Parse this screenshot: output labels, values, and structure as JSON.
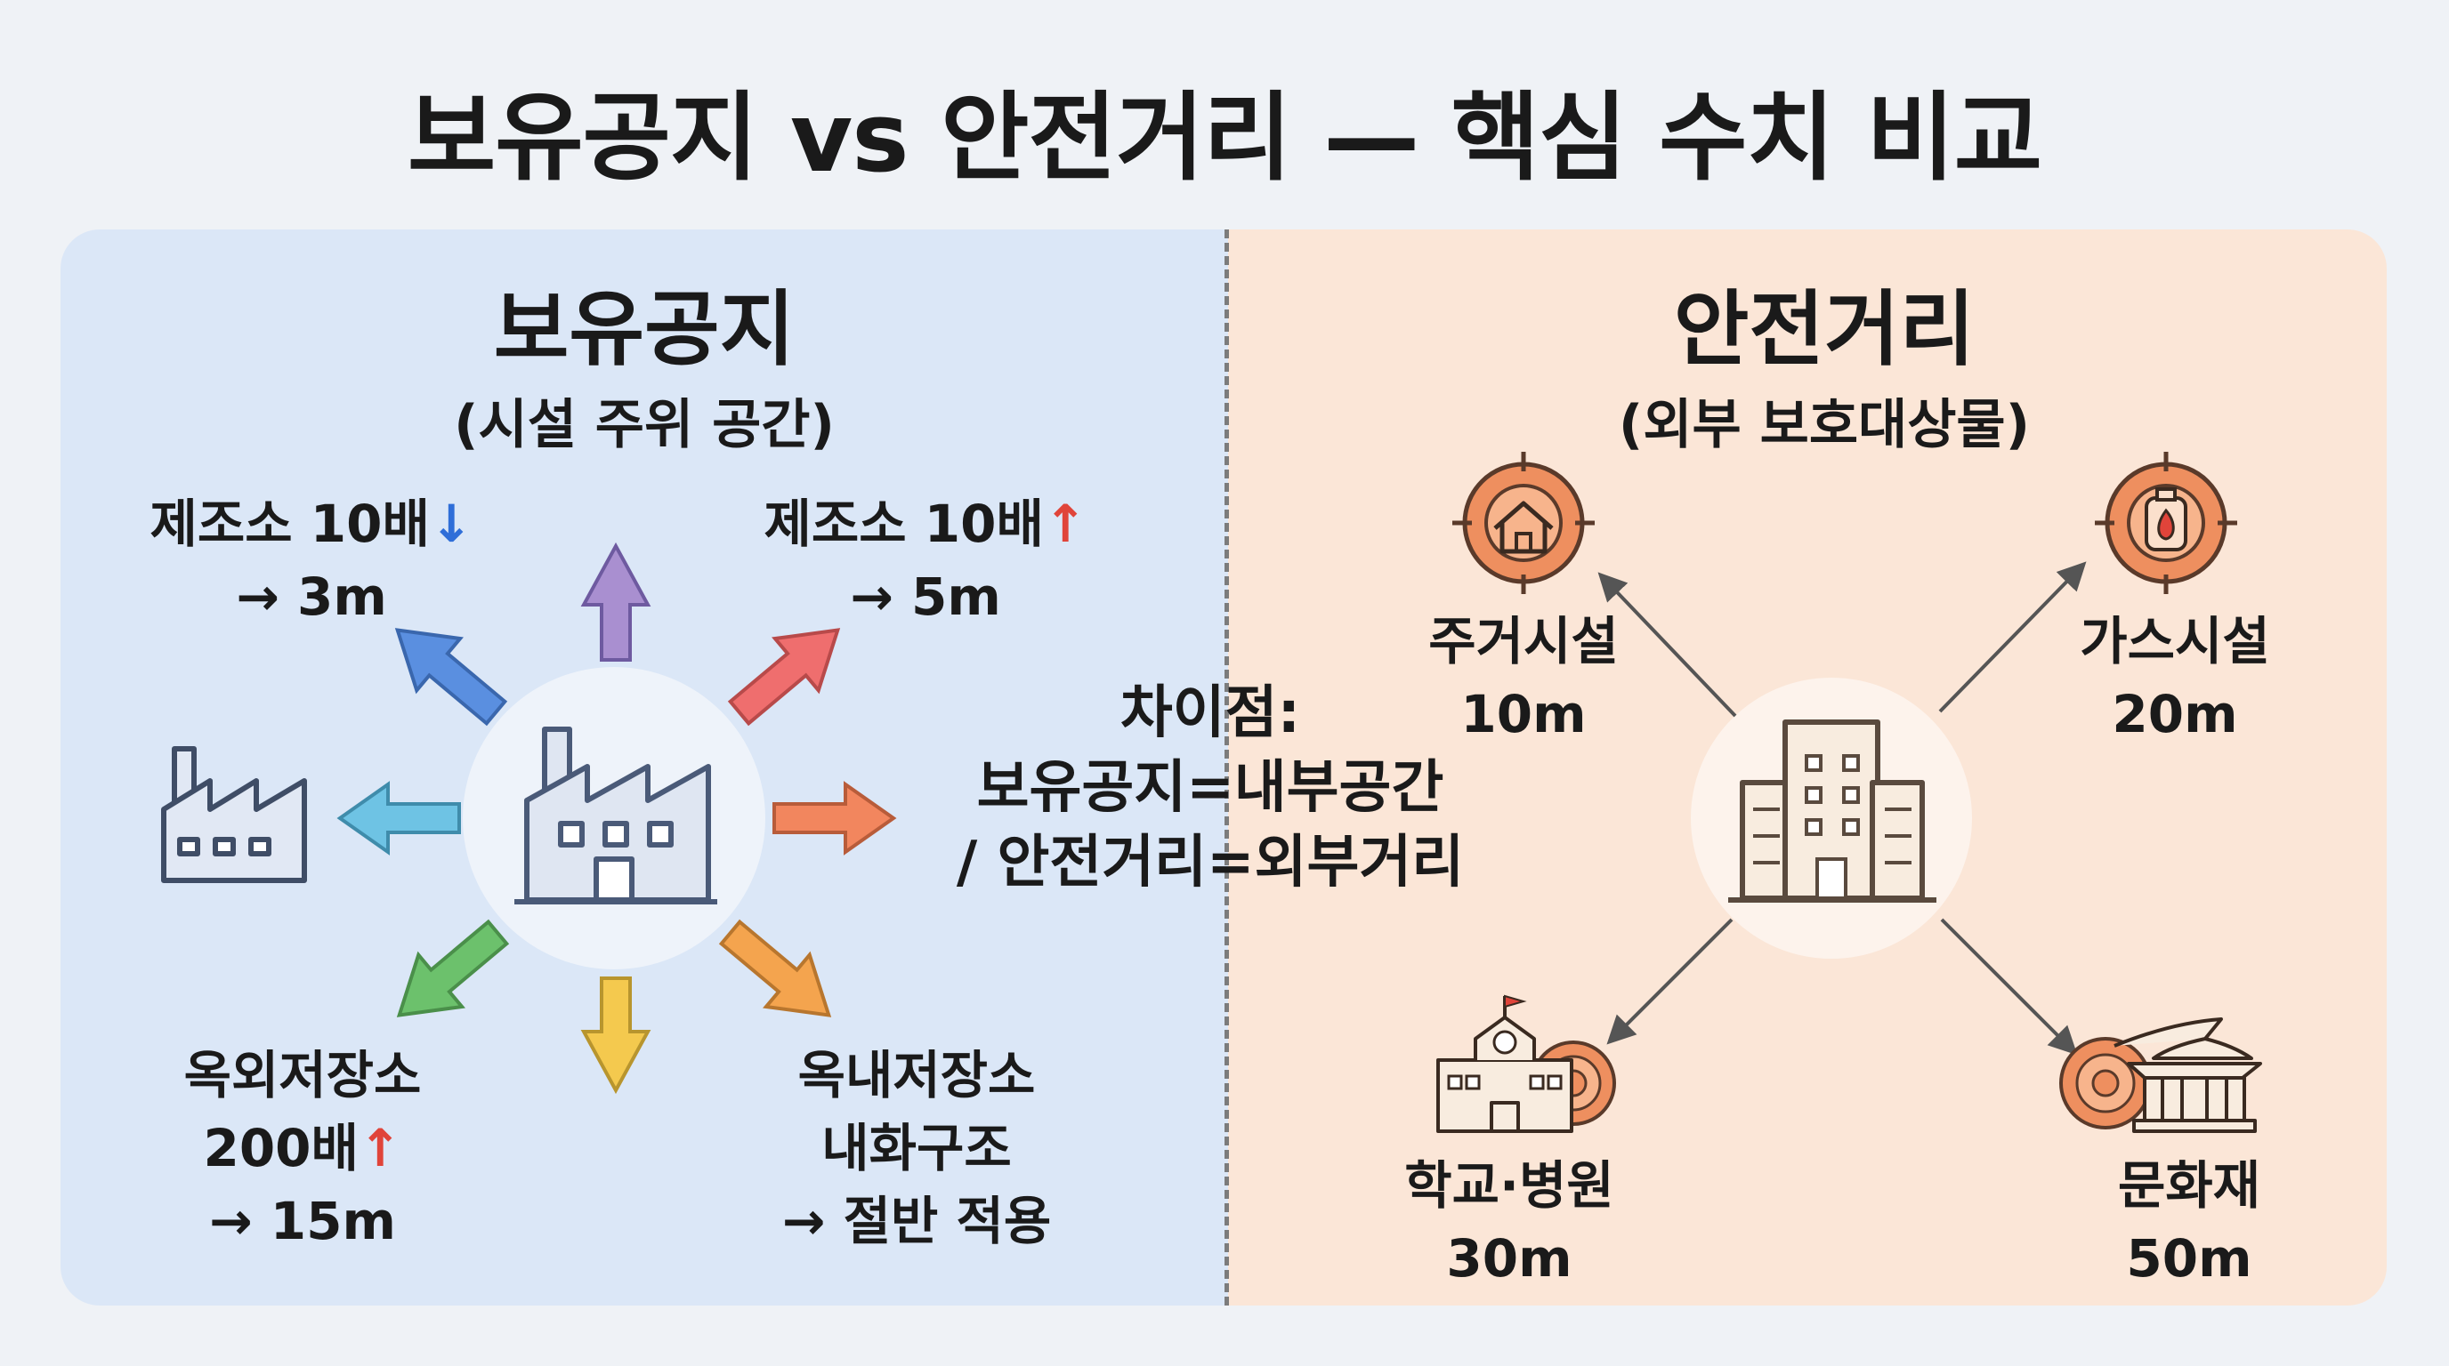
{
  "title": "보유공지 vs 안전거리 — 핵심 수치 비교",
  "left": {
    "heading": "보유공지",
    "subheading": "(시설 주위 공간)",
    "labels": {
      "top_left": {
        "line1": "제조소 10배",
        "arrow": "↓",
        "line2": "→ 3m"
      },
      "top_right": {
        "line1": "제조소 10배",
        "arrow": "↑",
        "line2": "→ 5m"
      },
      "bottom_left": {
        "line1": "옥외저장소",
        "line2": "200배",
        "arrow": "↑",
        "line3": "→ 15m"
      },
      "bottom_right": {
        "line1": "옥내저장소",
        "line2": "내화구조",
        "line3": "→ 절반 적용"
      }
    }
  },
  "right": {
    "heading": "안전거리",
    "subheading": "(외부 보호대상물)",
    "targets": {
      "residential": {
        "name": "주거시설",
        "distance": "10m"
      },
      "gas": {
        "name": "가스시설",
        "distance": "20m"
      },
      "school": {
        "name": "학교·병원",
        "distance": "30m"
      },
      "heritage": {
        "name": "문화재",
        "distance": "50m"
      }
    }
  },
  "note": {
    "line1": "차이점:",
    "line2": "보유공지=내부공간",
    "line3": "/ 안전거리=외부거리"
  },
  "colors": {
    "left_panel": "#dbe7f7",
    "right_panel": "#fbe6d7",
    "target_orange": "#ee8f5f",
    "arrow_purple": "#a98fd0",
    "arrow_red": "#ef6e6e",
    "arrow_blue": "#5a8fe0",
    "arrow_cyan": "#6ec3e4",
    "arrow_orange_right": "#f2865e",
    "arrow_green": "#6cc16c",
    "arrow_yellow": "#f4c94e",
    "arrow_orange": "#f4a44e"
  }
}
